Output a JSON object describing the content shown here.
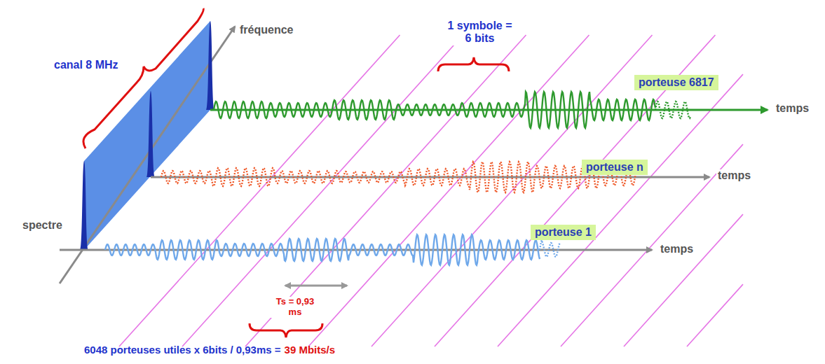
{
  "diagram": {
    "nodes": [
      {
        "text": [
          "porteuse 6817"
        ]
      },
      {
        "text": [
          "porteuse n"
        ]
      },
      {
        "text": [
          "porteuse 1"
        ]
      }
    ],
    "labels": [
      "canal 8 MHz",
      "fréquence",
      "1 symbole = 6 bits",
      "temps",
      "temps",
      "temps",
      "spectre",
      "Ts = 0,93 ms",
      "6048 porteuses utiles x 6bits / 0,93ms =",
      "39 Mbits/s"
    ]
  }
}
